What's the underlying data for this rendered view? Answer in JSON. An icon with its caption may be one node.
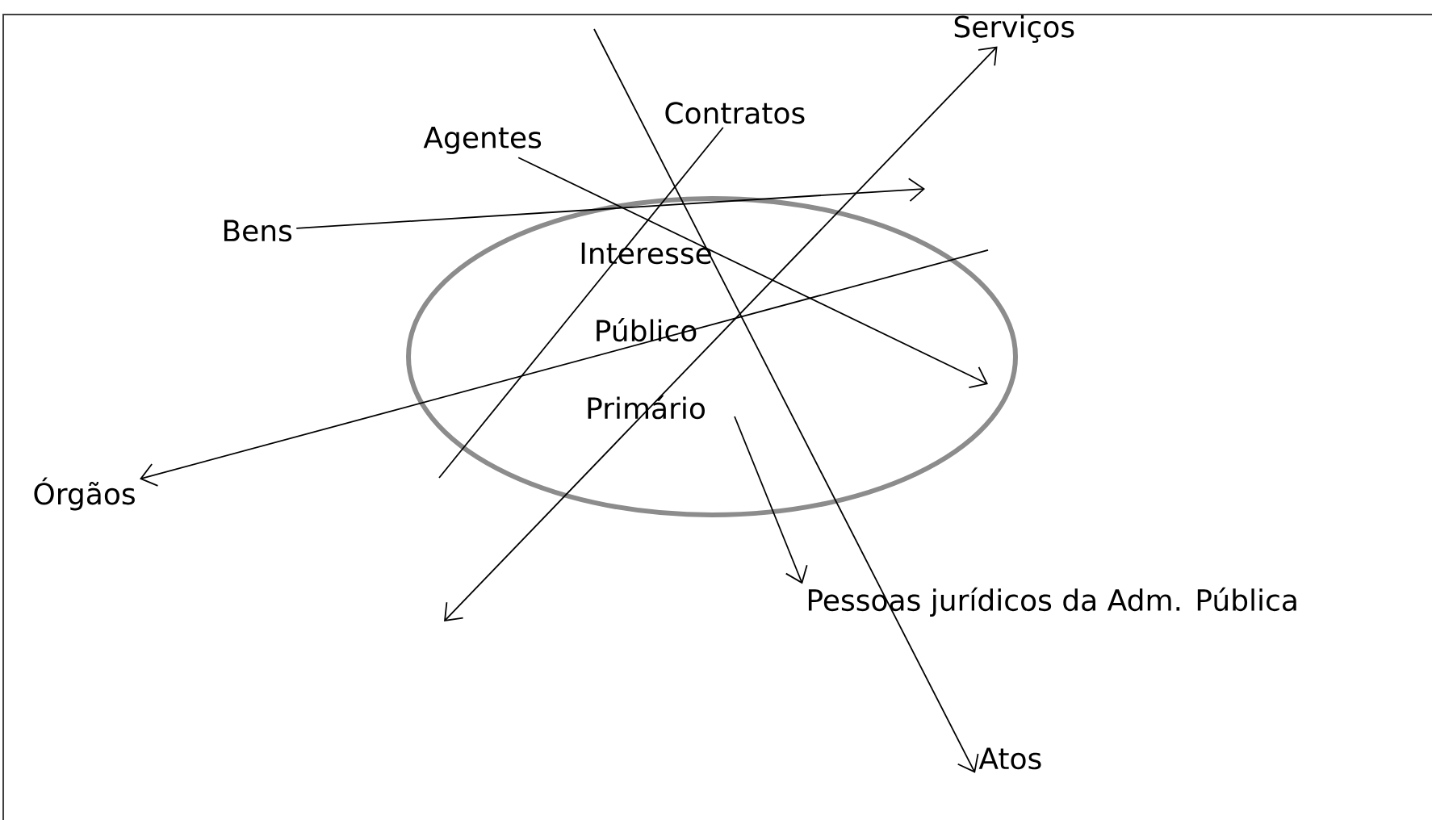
{
  "diagram": {
    "nodes": [
      {
        "text": [
          "Interesse Público Primário"
        ]
      },
      {
        "text": [
          "Serviços"
        ]
      },
      {
        "text": [
          "Contratos"
        ]
      },
      {
        "text": [
          "Agentes"
        ]
      },
      {
        "text": [
          "Bens"
        ]
      },
      {
        "text": [
          "Órgãos"
        ]
      },
      {
        "text": [
          "Pessoas jurídicos da Adm. Pública"
        ]
      },
      {
        "text": [
          "Atos"
        ]
      }
    ],
    "edges": [
      {
        "from": null,
        "to": 1,
        "arrow": "both"
      },
      {
        "from": 2,
        "to": null,
        "arrow": "none"
      },
      {
        "from": null,
        "to": 7,
        "arrow": "to"
      },
      {
        "from": 3,
        "to": 0,
        "arrow": "to"
      },
      {
        "from": 4,
        "to": null,
        "arrow": "to"
      },
      {
        "from": null,
        "to": 5,
        "arrow": "to"
      },
      {
        "from": 0,
        "to": 6,
        "arrow": "to"
      }
    ]
  }
}
